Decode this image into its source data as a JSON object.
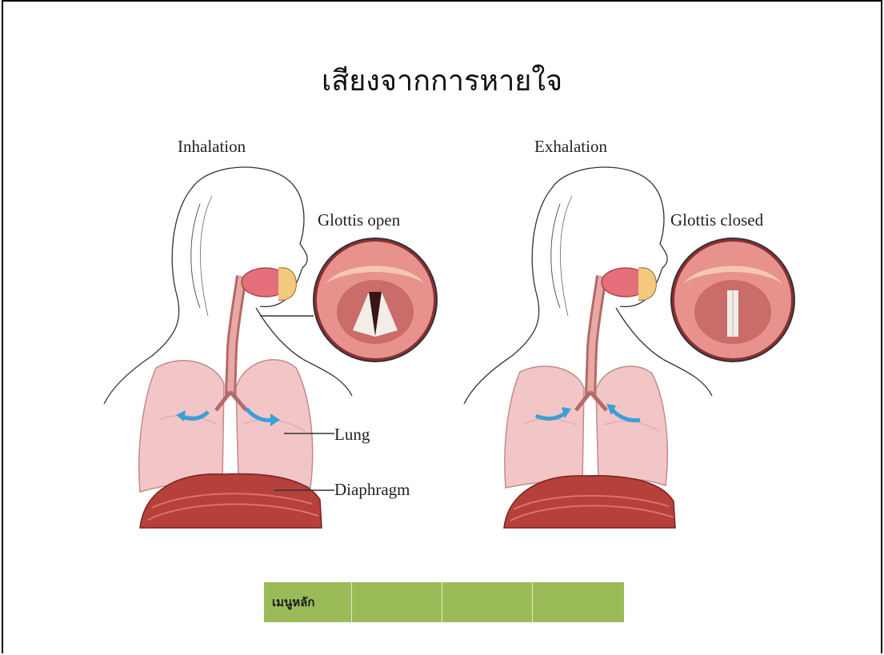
{
  "slide": {
    "title": "เสียงจากการหายใจ"
  },
  "figure": {
    "left_panel": {
      "heading": "Inhalation",
      "glottis_label": "Glottis open",
      "lung_label": "Lung",
      "diaphragm_label": "Diaphragm"
    },
    "right_panel": {
      "heading": "Exhalation",
      "glottis_label": "Glottis closed"
    }
  },
  "menu": {
    "items": [
      {
        "label": "เมนูหลัก"
      },
      {
        "label": ""
      },
      {
        "label": ""
      },
      {
        "label": ""
      }
    ]
  },
  "colors": {
    "menu_bg": "#9bbb59",
    "lung": "#f2c6c6",
    "diaphragm": "#b5413a",
    "arrow": "#3b9fd8"
  }
}
